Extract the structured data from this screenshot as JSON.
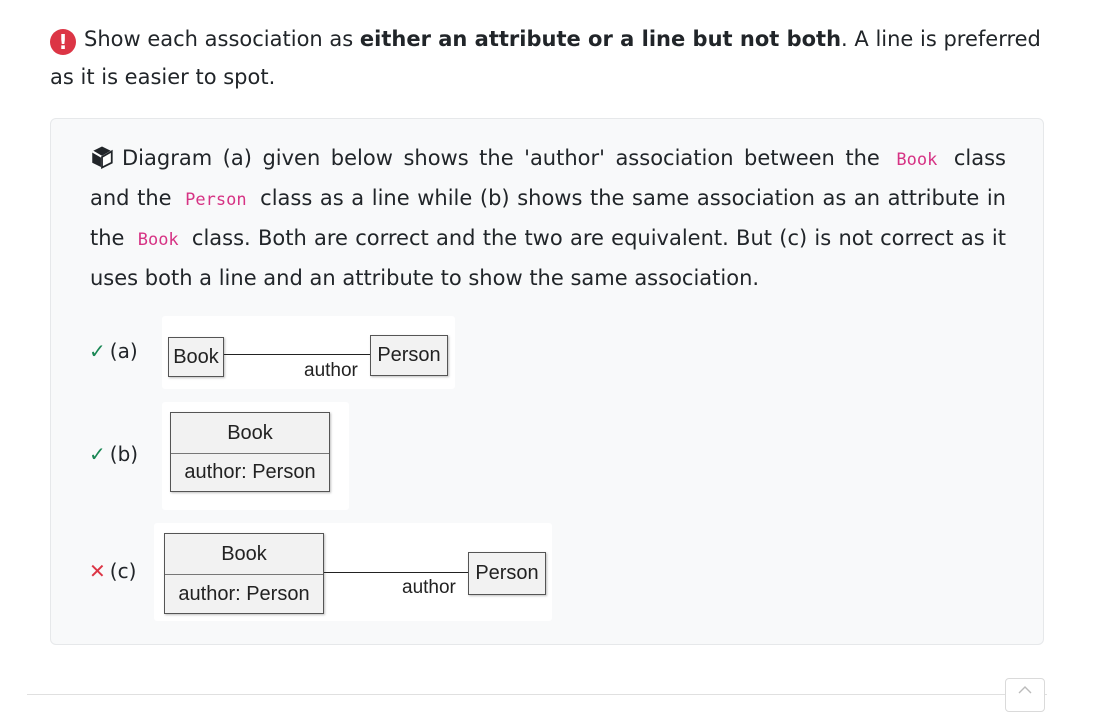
{
  "tip": {
    "intro": "Show each association as ",
    "emphasis": "either an attribute or a line but not both",
    "rest": ". A line is preferred as it is easier to spot."
  },
  "card": {
    "t1": "Diagram (a) given below shows the 'author' association between the",
    "c1": "Book",
    "t2": "class and the",
    "c2": "Person",
    "t3": "class as a line while (b) shows the same association as an attribute in the",
    "c3": "Book",
    "t4": "class. Both are correct and the two are equivalent. But (c) is not correct as it uses both a line and an attribute to show the same association."
  },
  "examples": {
    "a": {
      "mark": "✓",
      "label": "(a)",
      "class1": "Book",
      "class2": "Person",
      "assoc": "author"
    },
    "b": {
      "mark": "✓",
      "label": "(b)",
      "class_name": "Book",
      "attribute": "author: Person"
    },
    "c": {
      "mark": "✕",
      "label": "(c)",
      "class_name": "Book",
      "attribute": "author: Person",
      "class2": "Person",
      "assoc": "author"
    }
  },
  "colors": {
    "ok": "#198754",
    "bad": "#dc3545",
    "code": "#d63384",
    "card_bg": "#f8f9fa"
  },
  "icons": {
    "tip": "exclamation-circle-icon",
    "card": "box-icon",
    "scroll": "chevron-up-icon"
  }
}
